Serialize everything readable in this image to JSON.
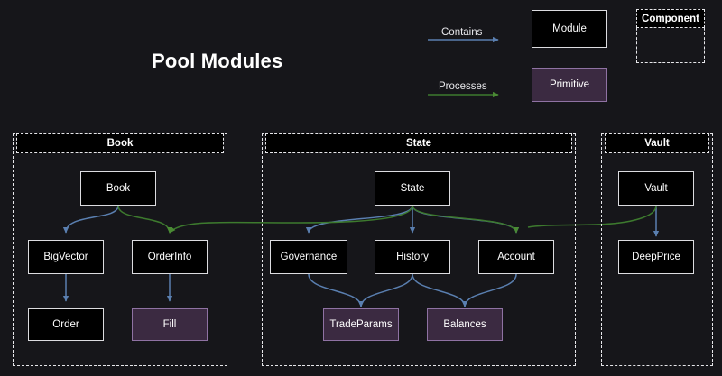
{
  "title": "Pool Modules",
  "background_color": "#16161a",
  "legend": {
    "contains_label": "Contains",
    "processes_label": "Processes",
    "contains_color": "#5a7fb0",
    "processes_color": "#3d7a2e",
    "module_label": "Module",
    "primitive_label": "Primitive",
    "component_label": "Component",
    "module_fill": "#000000",
    "module_border": "#dcdce0",
    "primitive_fill": "#3b2a41",
    "primitive_border": "#8f72a3"
  },
  "groups": [
    {
      "id": "book",
      "label": "Book"
    },
    {
      "id": "state",
      "label": "State"
    },
    {
      "id": "vault",
      "label": "Vault"
    }
  ],
  "nodes": {
    "book": {
      "label": "Book",
      "type": "module"
    },
    "bigvector": {
      "label": "BigVector",
      "type": "module"
    },
    "orderinfo": {
      "label": "OrderInfo",
      "type": "module"
    },
    "order": {
      "label": "Order",
      "type": "module"
    },
    "fill": {
      "label": "Fill",
      "type": "primitive"
    },
    "state": {
      "label": "State",
      "type": "module"
    },
    "governance": {
      "label": "Governance",
      "type": "module"
    },
    "history": {
      "label": "History",
      "type": "module"
    },
    "account": {
      "label": "Account",
      "type": "module"
    },
    "tradeparams": {
      "label": "TradeParams",
      "type": "primitive"
    },
    "balances": {
      "label": "Balances",
      "type": "primitive"
    },
    "vault": {
      "label": "Vault",
      "type": "module"
    },
    "deepprice": {
      "label": "DeepPrice",
      "type": "module"
    }
  },
  "edges": [
    {
      "from": "book",
      "to": "bigvector",
      "kind": "contains"
    },
    {
      "from": "bigvector",
      "to": "order",
      "kind": "contains"
    },
    {
      "from": "orderinfo",
      "to": "fill",
      "kind": "contains"
    },
    {
      "from": "state",
      "to": "governance",
      "kind": "contains"
    },
    {
      "from": "state",
      "to": "history",
      "kind": "contains"
    },
    {
      "from": "state",
      "to": "account",
      "kind": "contains"
    },
    {
      "from": "governance",
      "to": "tradeparams",
      "kind": "contains"
    },
    {
      "from": "history",
      "to": "tradeparams",
      "kind": "contains"
    },
    {
      "from": "history",
      "to": "balances",
      "kind": "contains"
    },
    {
      "from": "account",
      "to": "balances",
      "kind": "contains"
    },
    {
      "from": "vault",
      "to": "deepprice",
      "kind": "contains"
    },
    {
      "from": "book",
      "to": "orderinfo",
      "kind": "processes"
    },
    {
      "from": "state",
      "to": "orderinfo",
      "kind": "processes"
    },
    {
      "from": "state",
      "to": "account",
      "kind": "processes"
    },
    {
      "from": "vault",
      "to": "account",
      "kind": "processes"
    }
  ]
}
